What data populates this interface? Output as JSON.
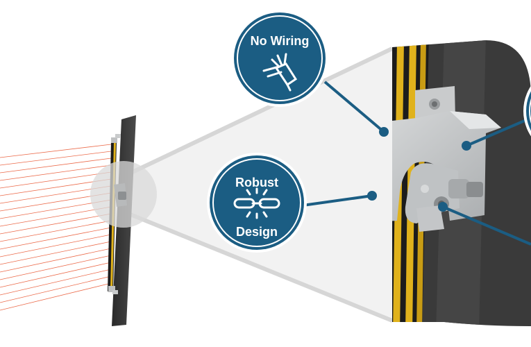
{
  "badges": {
    "no_wiring": {
      "label": "No Wiring",
      "icon": "wires-icon"
    },
    "robust_design": {
      "label_top": "Robust",
      "label_bottom": "Design",
      "icon": "chain-link-icon"
    }
  },
  "colors": {
    "badge_blue": "#1b5d83",
    "callout_line": "#1b5d83",
    "beam_red": "#e8502a",
    "profile_yellow": "#e0b21c",
    "bracket_grey": "#c9cbcc",
    "magnifier_grey": "#d9d9d9"
  }
}
